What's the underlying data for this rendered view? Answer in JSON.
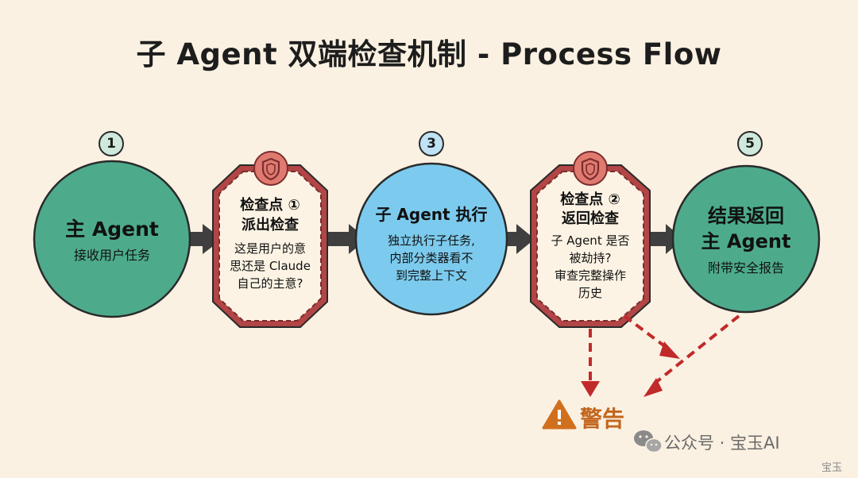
{
  "title": "子 Agent 双端检查机制 - Process Flow",
  "steps": [
    {
      "number": "1",
      "heading": "主 Agent",
      "body": "接收用户任务"
    },
    {
      "heading_lines": [
        "检查点 ①",
        "派出检查"
      ],
      "body_lines": [
        "这是用户的意",
        "思还是 Claude",
        "自己的主意?"
      ]
    },
    {
      "number": "3",
      "heading": "子 Agent 执行",
      "body_lines": [
        "独立执行子任务,",
        "内部分类器看不",
        "到完整上下文"
      ]
    },
    {
      "heading_lines": [
        "检查点 ②",
        "返回检查"
      ],
      "body_lines": [
        "子 Agent 是否",
        "被劫持?",
        "审查完整操作",
        "历史"
      ]
    },
    {
      "number": "5",
      "heading_lines": [
        "结果返回",
        "主 Agent"
      ],
      "body": "附带安全报告"
    }
  ],
  "warning": {
    "label": "警告",
    "icon": "warning-triangle-icon"
  },
  "footer": {
    "text": "公众号 · 宝玉AI",
    "icon": "wechat-icon"
  },
  "watermark": "宝玉",
  "colors": {
    "background": "#fbf1e2",
    "green": "#4dab8c",
    "blue": "#7ccbee",
    "checkpoint_fill": "#fcf3e4",
    "checkpoint_border": "#b24545",
    "arrow": "#3f3f3f",
    "warning_red": "#c12a2a",
    "warning_orange": "#d0701f"
  }
}
